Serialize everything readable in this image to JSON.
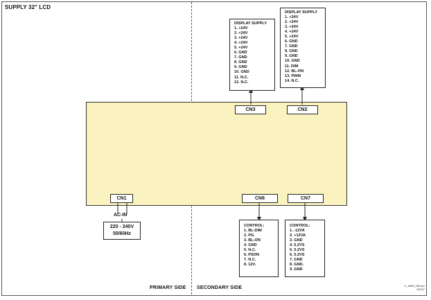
{
  "title": "SUPPLY 32\" LCD",
  "primary_label": "PRIMARY SIDE",
  "secondary_label": "SECONDARY SIDE",
  "doc_code": [
    "G_16860_088.eps",
    "200207"
  ],
  "connectors": {
    "cn1": "CN1",
    "cn3": "CN3",
    "cn2": "CN2",
    "cn6": "CN6",
    "cn7": "CN7"
  },
  "ac_in": {
    "label": "AC-IN",
    "line1": "220 - 240V",
    "line2": "50/60Hz"
  },
  "cn3_box": {
    "header": "DISPLAY SUPPLY",
    "pins": [
      "1.  +24V",
      "2.  +24V",
      "3.  +24V",
      "4.  +24V",
      "5.  +24V",
      "6.  GND",
      "7.  GND",
      "8.  GND",
      "9.  GND",
      "10. GND",
      "11. N.C.",
      "12. N.C."
    ]
  },
  "cn2_box": {
    "header": "DISPLAY SUPPLY",
    "pins": [
      "1.  +24V",
      "2.  +24V",
      "3.  +24V",
      "4.  +24V",
      "5.  +24V",
      "6.  GND",
      "7.  GND",
      "8.  GND",
      "9.  GND",
      "10. GND",
      "11. DIM",
      "12. BL-ON",
      "13. PWM",
      "14. N.C."
    ]
  },
  "cn6_box": {
    "header": "CONTROL:",
    "pins": [
      "1.  BL-DIM",
      "2.  PG",
      "3.  BL-ON",
      "4.  GND",
      "5.  N.C.",
      "6.  PSON",
      "7.  N.C.",
      "8.  12V."
    ]
  },
  "cn7_box": {
    "header": "CONTROL:",
    "pins": [
      "1.  -12VA",
      "2.  +12VA",
      "3.  GND",
      "4.  5.2VS",
      "5.  5.2VS",
      "6.  5.2VS",
      "7.  GND",
      "8.  GND.",
      "9.  GND"
    ]
  }
}
